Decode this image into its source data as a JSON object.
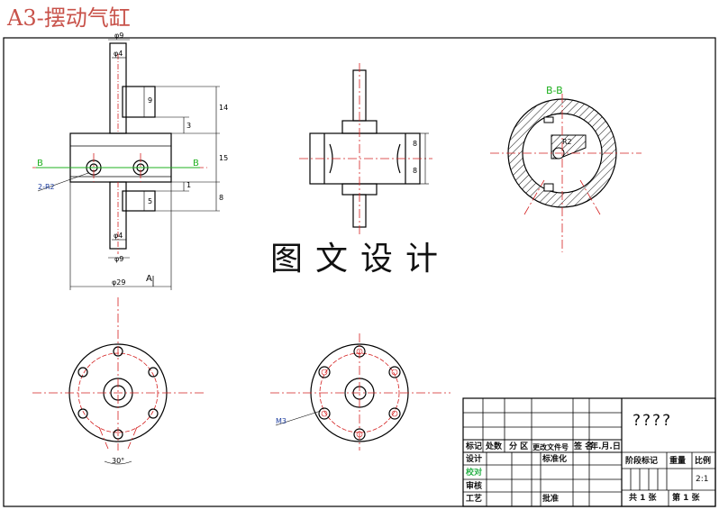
{
  "drawing": {
    "title": "A3-摆动气缸",
    "watermark": "图文设计",
    "section_label": "B-B",
    "section_marks": [
      "B",
      "B"
    ],
    "view_marker": "A",
    "dims": {
      "d1": "φ9",
      "d2": "φ4",
      "d3": "9",
      "d4": "14",
      "d5": "3",
      "d6": "15",
      "d7": "1",
      "d8": "5",
      "d9": "8",
      "d10": "φ4",
      "d11": "φ9",
      "d12": "φ29",
      "holes": "2-R2",
      "radius": "R2",
      "angle": "30°",
      "thread": "M3",
      "side_top": "8",
      "side_bottom": "8"
    },
    "colors": {
      "line": "#000000",
      "center": "#d42020",
      "hidden": "#d42020",
      "green": "#1fb01f",
      "title": "#c8524a"
    }
  },
  "title_block": {
    "name": "????",
    "headers": [
      "标记",
      "处数",
      "分 区",
      "更改文件号",
      "签 名",
      "年.月.日"
    ],
    "design": "设计",
    "standard": "标准化",
    "check": "校对",
    "review": "审核",
    "process": "工艺",
    "approve": "批准",
    "stage": "阶段标记",
    "weight": "重量",
    "ratio_label": "比例",
    "ratio_value": "2:1",
    "sheets_total": "共 1 张",
    "sheet_no": "第 1 张"
  }
}
